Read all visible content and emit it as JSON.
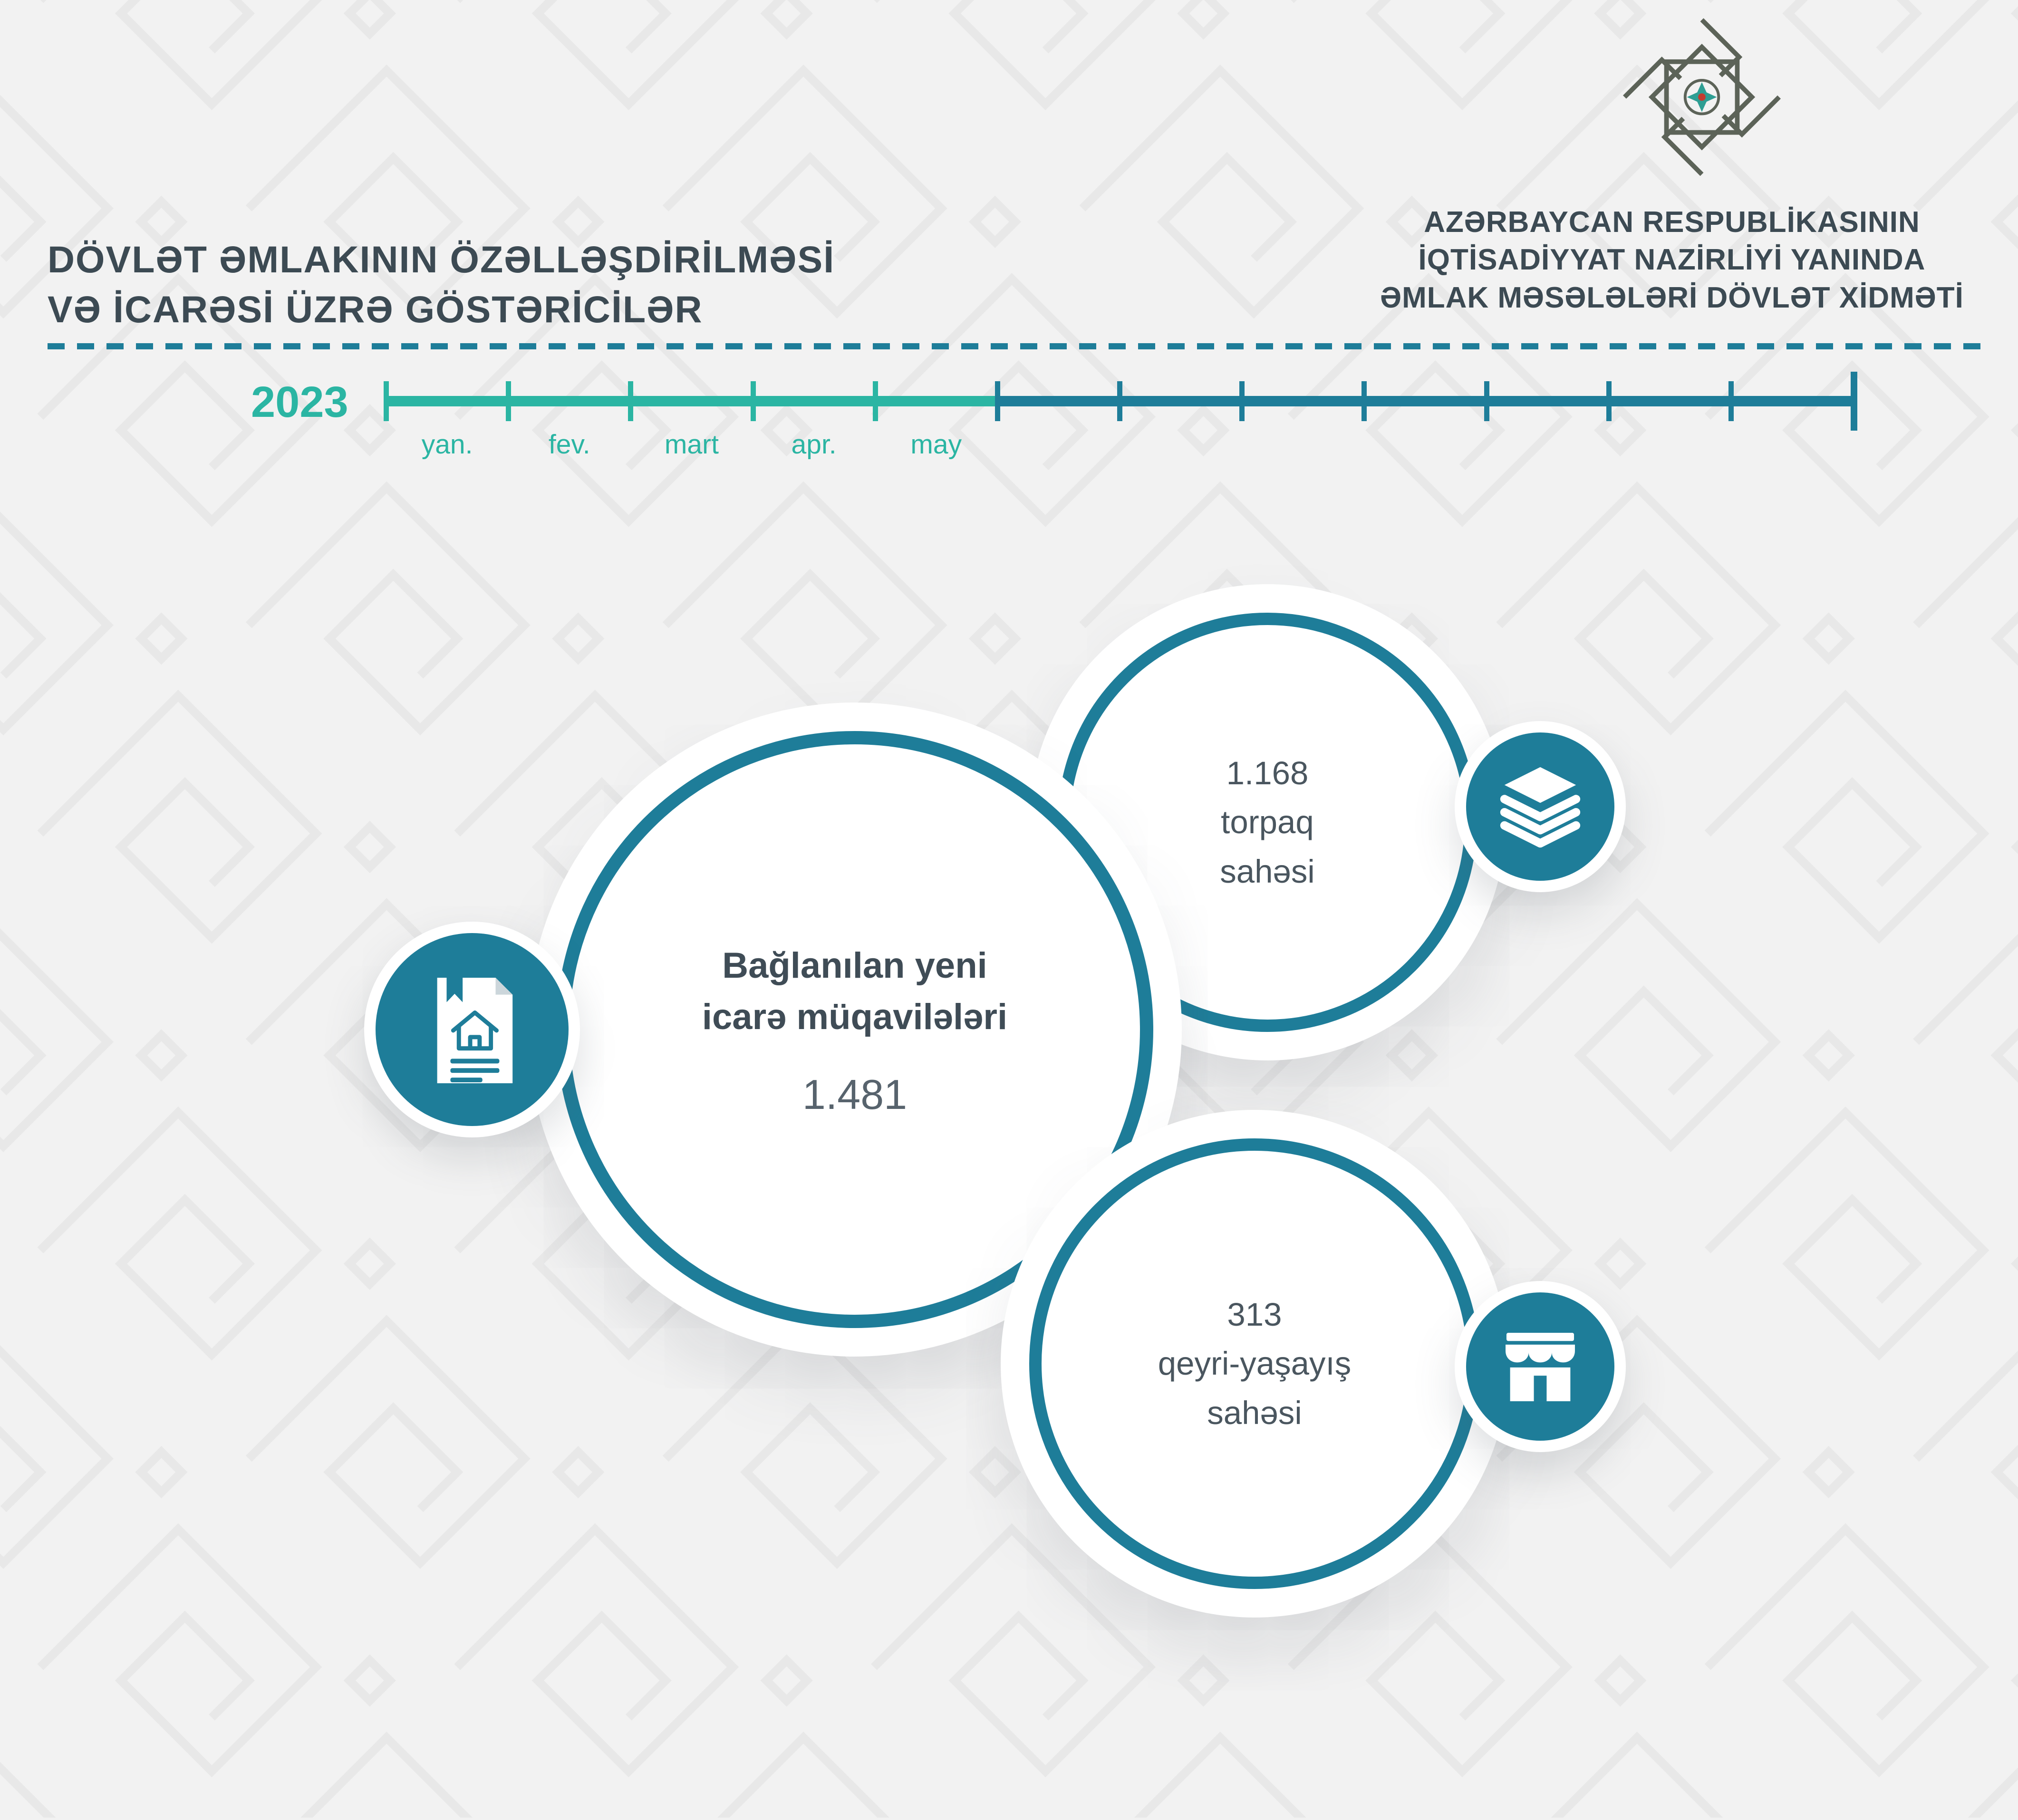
{
  "colors": {
    "teal_bright": "#2bb5a3",
    "teal_dark": "#1e7d99",
    "title_text": "#3c4a53",
    "stat_text": "#4a565f",
    "background": "#f2f2f2"
  },
  "header": {
    "title": [
      "DÖVLƏT ƏMLAKININ ÖZƏLLƏŞDİRİLMƏSİ",
      "VƏ İCARƏSİ ÜZRƏ GÖSTƏRİCİLƏR"
    ],
    "agency": [
      "AZƏRBAYCAN RESPUBLİKASININ",
      "İQTİSADİYYAT NAZİRLİYİ YANINDA",
      "ƏMLAK MƏSƏLƏLƏRİ DÖVLƏT XİDMƏTİ"
    ]
  },
  "timeline": {
    "year": "2023",
    "month_labels": [
      "yan.",
      "fev.",
      "mart",
      "apr.",
      "may"
    ],
    "total_segments": 12,
    "elapsed_segments": 5
  },
  "bubbles": {
    "contracts": {
      "label": [
        "Bağlanılan yeni",
        "icarə müqavilələri"
      ],
      "value": "1.481",
      "icon": "contract-document-icon"
    },
    "land": {
      "value": "1.168",
      "label": [
        "torpaq",
        "sahəsi"
      ],
      "icon": "layers-icon"
    },
    "non_residential": {
      "value": "313",
      "label": [
        "qeyri-yaşayış",
        "sahəsi"
      ],
      "icon": "storefront-icon"
    }
  }
}
